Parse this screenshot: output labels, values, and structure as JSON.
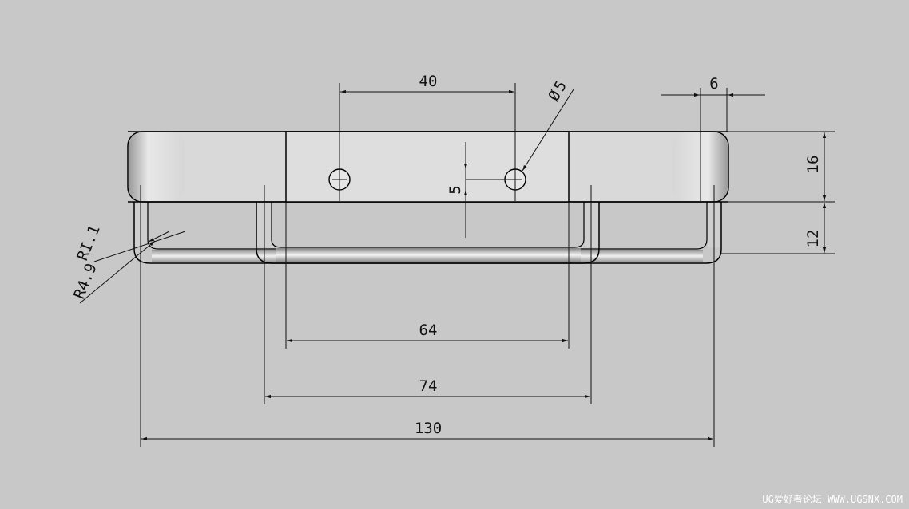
{
  "dimensions": {
    "hole_spacing": "40",
    "hole_diameter": "5",
    "diameter_symbol": "Ø",
    "edge_offset": "6",
    "head_height": "16",
    "hole_height": "5",
    "leg_height": "12",
    "fillet_inner": "RI.1",
    "fillet_outer": "R4.9",
    "slot_inner_width": "64",
    "slot_outer_width": "74",
    "overall_width": "130"
  },
  "watermark": "UG爱好者论坛 WWW.UGSNX.COM",
  "colors": {
    "background": "#c8c8c8",
    "part_face": "#d9d9d9",
    "line": "#111111"
  }
}
